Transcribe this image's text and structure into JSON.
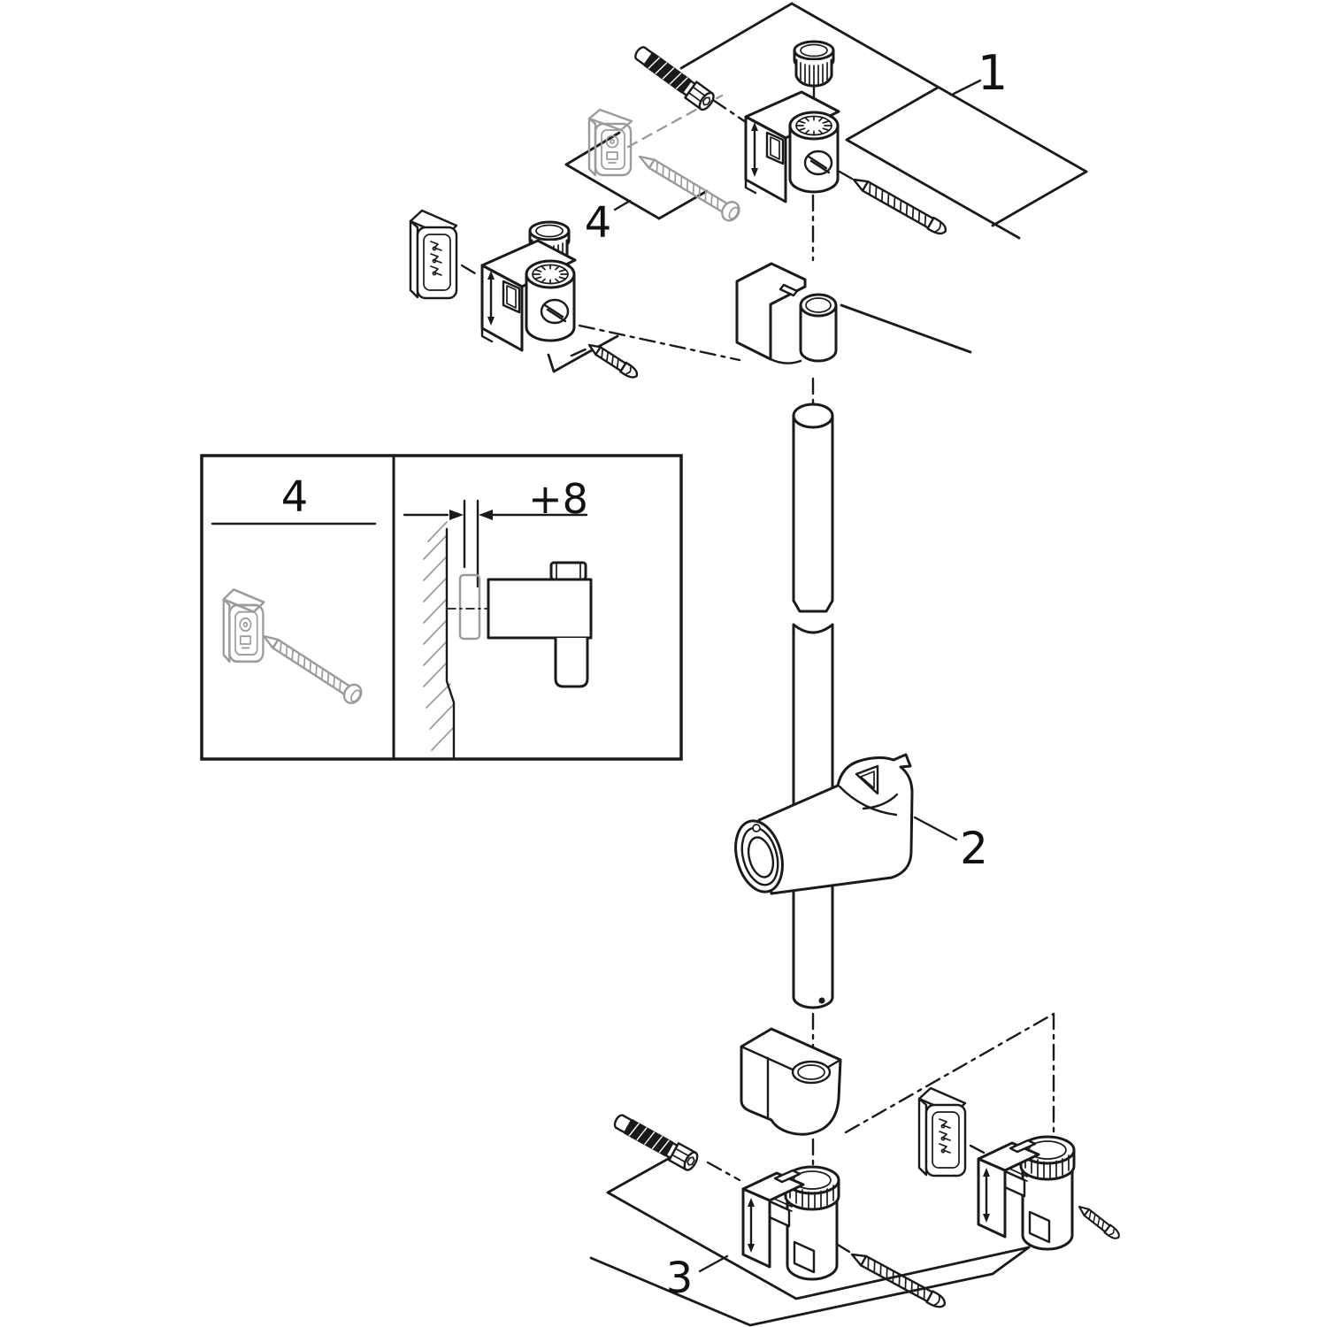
{
  "diagram": {
    "background": "#ffffff",
    "line_color": "#1a1a1a",
    "muted_color": "#9b9b9b",
    "labels": {
      "part1": "1",
      "part2": "2",
      "part3": "3",
      "part4": "4",
      "inset_step": "4",
      "inset_dimension": "+8"
    }
  }
}
